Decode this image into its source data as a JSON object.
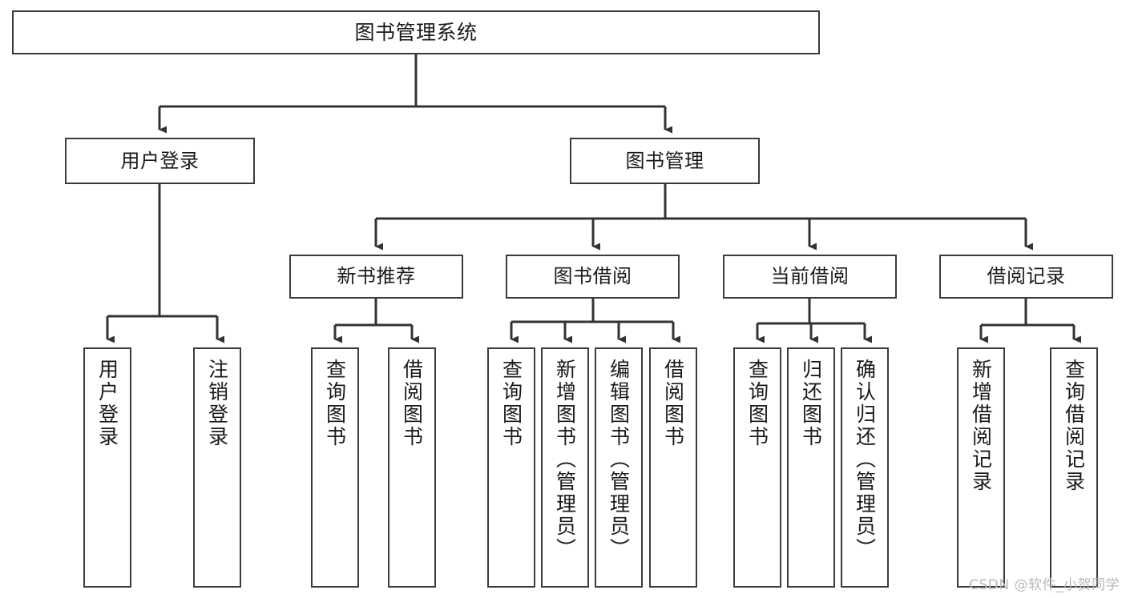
{
  "diagram": {
    "title": "图书管理系统",
    "type": "tree-hierarchy-chart",
    "background_color": "#ffffff",
    "box_border_color": "#3b3b3b",
    "connector_color": "#333333",
    "text_color": "#1a1a1a"
  },
  "watermark": {
    "text": "CSDN @软件_小贺同学",
    "color": "#b8b8b8"
  },
  "nodes": {
    "root": {
      "label": "图书管理系统"
    },
    "level1": [
      {
        "label": "用户登录"
      },
      {
        "label": "图书管理"
      }
    ],
    "level2": [
      {
        "label": "新书推荐"
      },
      {
        "label": "图书借阅"
      },
      {
        "label": "当前借阅"
      },
      {
        "label": "借阅记录"
      }
    ],
    "leaves": {
      "user_login": [
        {
          "label": "用户登录"
        },
        {
          "label": "注销登录"
        }
      ],
      "new_book_recommend": [
        {
          "label": "查询图书"
        },
        {
          "label": "借阅图书"
        }
      ],
      "book_borrow": [
        {
          "label": "查询图书"
        },
        {
          "label": "新增图书（管理员）"
        },
        {
          "label": "编辑图书（管理员）"
        },
        {
          "label": "借阅图书"
        }
      ],
      "current_borrow": [
        {
          "label": "查询图书"
        },
        {
          "label": "归还图书"
        },
        {
          "label": "确认归还（管理员）"
        }
      ],
      "borrow_record": [
        {
          "label": "新增借阅记录"
        },
        {
          "label": "查询借阅记录"
        }
      ]
    }
  }
}
